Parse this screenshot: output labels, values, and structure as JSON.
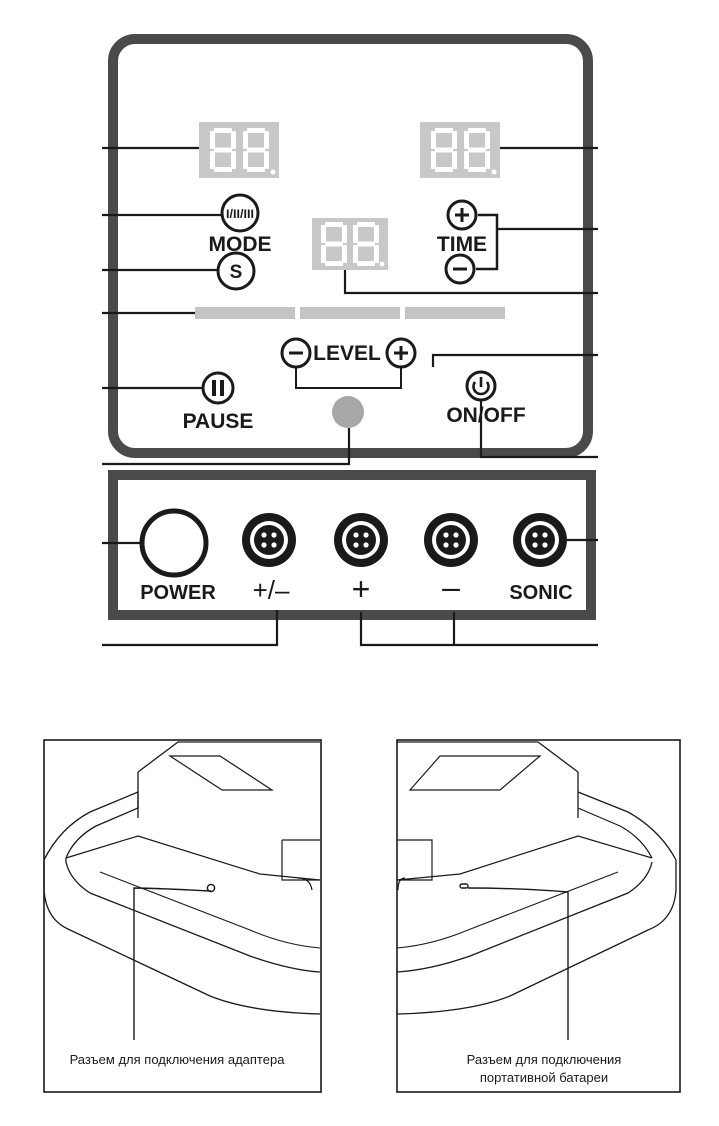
{
  "control_panel": {
    "mode": {
      "badge": "I/II/III",
      "label": "MODE"
    },
    "s_button": "S",
    "time": {
      "label": "TIME"
    },
    "level": {
      "label": "LEVEL"
    },
    "pause": {
      "label": "PAUSE"
    },
    "onoff": {
      "label": "ON/OFF"
    }
  },
  "connector_panel": {
    "power_label": "POWER",
    "ports": [
      "+/–",
      "+",
      "–",
      "SONIC"
    ]
  },
  "illustrations": {
    "adapter_caption": "Разъем для подключения адаптера",
    "battery_caption_line1": "Разъем для подключения",
    "battery_caption_line2": "портативной батареи"
  },
  "colors": {
    "ink": "#1a1a1a",
    "display_bg": "#c8c8c8",
    "display_seg": "#ffffff",
    "bar": "#c4c4c4",
    "led": "#a8a8a8"
  }
}
